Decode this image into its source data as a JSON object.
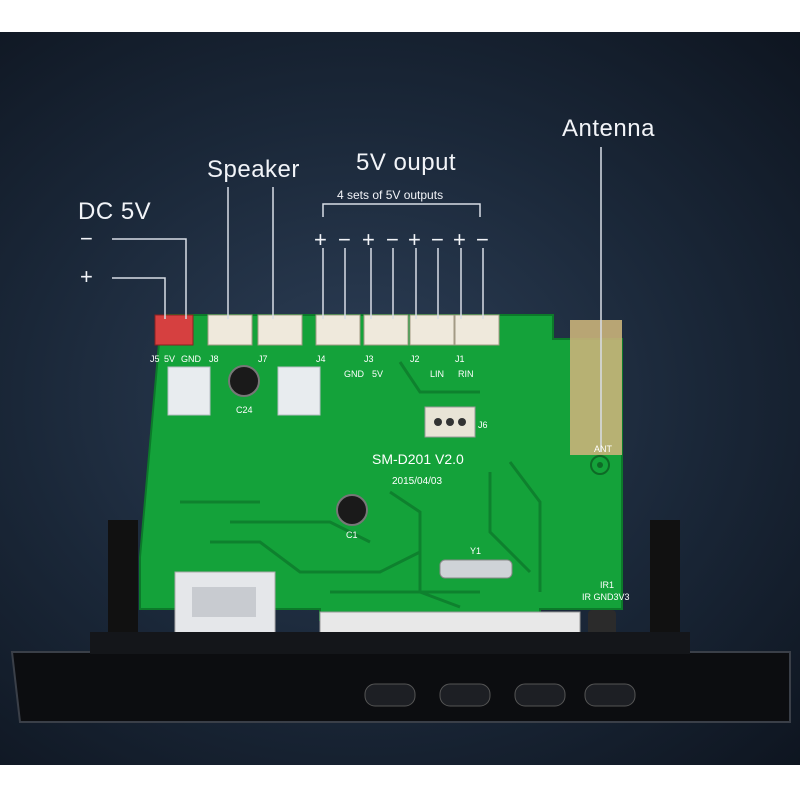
{
  "labels": {
    "dc5v": "DC 5V",
    "speaker": "Speaker",
    "five_v_output": "5V ouput",
    "four_sets": "4 sets of 5V outputs",
    "antenna": "Antenna",
    "minus": "−",
    "plus": "+"
  },
  "board": {
    "model": "SM-D201 V2.0",
    "date": "2015/04/03",
    "pins": [
      "J5",
      "5V",
      "GND",
      "J8",
      "J7",
      "J4",
      "J3",
      "J2",
      "J1",
      "J6",
      "C24",
      "C1",
      "Y1",
      "IR1"
    ],
    "silk": {
      "gnd": "GND",
      "five_v": "5V",
      "lin": "LIN",
      "rin": "RIN",
      "ant": "ANT",
      "ir": "IR GND3V3"
    }
  },
  "colors": {
    "pcb": "#14a23a",
    "pcb_dark": "#0e7a2b",
    "connector": "#efe9dc",
    "dc_connector": "#d64040",
    "faceplate": "#0c0d10",
    "antenna_pad": "#c9b27a",
    "guide_line": "#d8dde6"
  }
}
